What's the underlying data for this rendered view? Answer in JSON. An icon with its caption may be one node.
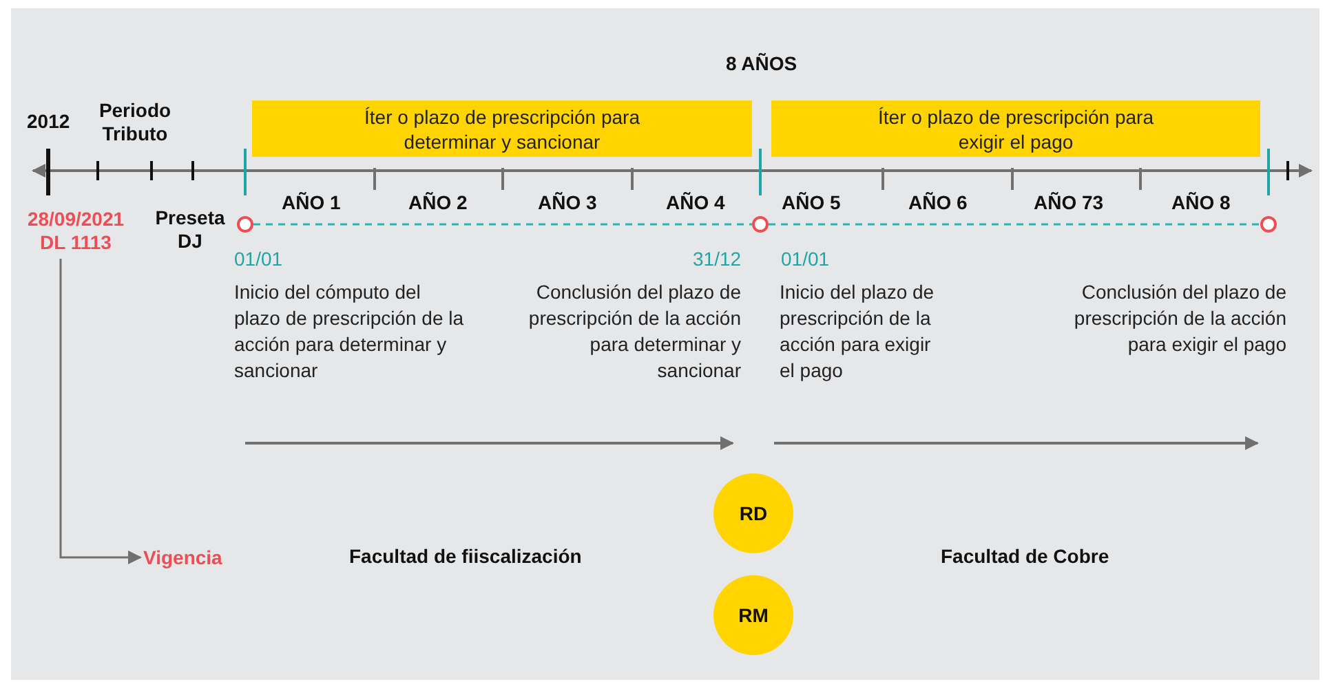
{
  "diagram": {
    "nodes": [
      {
        "text": [
          "28/09/2021 DL 1113"
        ]
      },
      {
        "text": [
          "Vigencia"
        ]
      },
      {
        "text": [
          "Íter o plazo de prescripción para determinar y sancionar"
        ]
      },
      {
        "text": [
          "Íter o plazo de prescripción para exigir el pago"
        ]
      },
      {
        "text": [
          "RD"
        ]
      },
      {
        "text": [
          "RM"
        ]
      },
      {
        "text": [],
        "shape": "circle"
      },
      {
        "text": [],
        "shape": "circle"
      },
      {
        "text": [],
        "shape": "circle"
      }
    ],
    "edges": [
      {
        "from": 0,
        "to": 1,
        "arrow": "to",
        "color": "#707070"
      },
      {
        "from": 6,
        "to": 7,
        "arrow": "none",
        "style": "dashed",
        "color": "#2ab3b3"
      },
      {
        "from": 7,
        "to": 8,
        "arrow": "none",
        "style": "dashed",
        "color": "#2ab3b3"
      }
    ],
    "labels": [
      "8 AÑOS",
      "2012",
      "Periodo Tributo",
      "Preseta DJ",
      "AÑO 1",
      "AÑO 2",
      "AÑO 3",
      "AÑO 4",
      "AÑO 5",
      "AÑO 6",
      "AÑO 73",
      "AÑO 8",
      "01/01",
      "31/12",
      "01/01",
      "Inicio del cómputo del plazo de prescripción de la acción para determinar y sancionar",
      "Conclusión del plazo de prescripción de la acción para determinar y sancionar",
      "Inicio del plazo de prescripción de la acción para exigir el pago",
      "Conclusión del plazo de prescripción de la acción para exigir el pago",
      "Facultad de fiiscalización",
      "Facultad de Cobre"
    ]
  }
}
